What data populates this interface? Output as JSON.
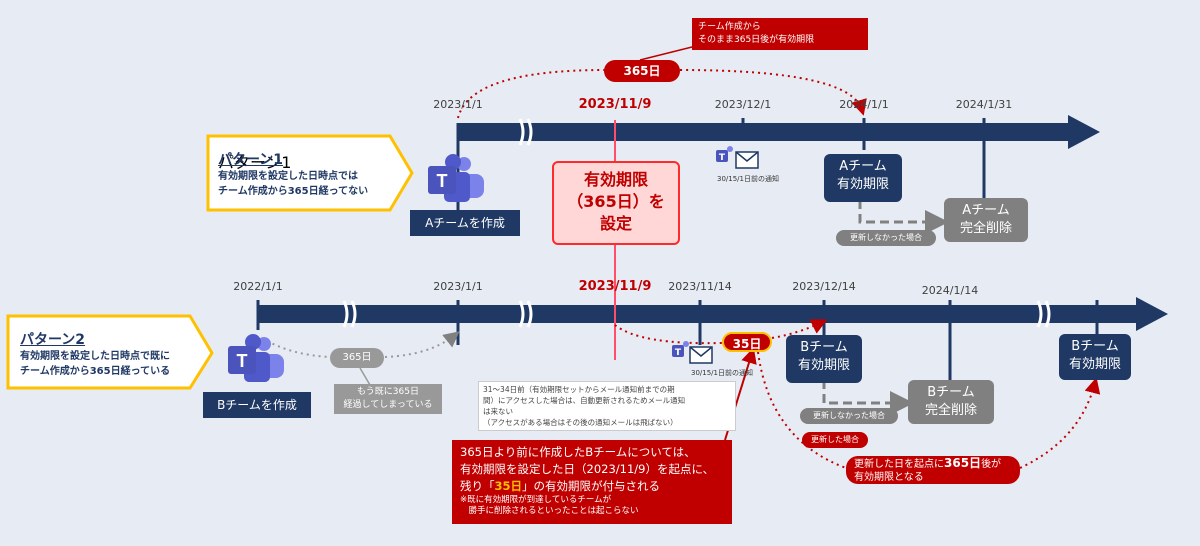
{
  "pattern1": {
    "title": "パターン1",
    "line1": "有効期限を設定した日時点では",
    "line2": "チーム作成から365日経ってない",
    "team_label": "Aチームを作成",
    "dates": [
      "2023/1/1",
      "2023/11/9",
      "2023/12/1",
      "2024/1/1",
      "2024/1/31"
    ],
    "notify_caption": "30/15/1日前の通知",
    "expiry_box": [
      "Aチーム",
      "有効期限"
    ],
    "delete_box": [
      "Aチーム",
      "完全削除"
    ],
    "not_renewed": "更新しなかった場合",
    "days_bubble": "365日",
    "top_note": [
      "チーム作成から",
      "そのまま365日後が有効期限"
    ]
  },
  "center": {
    "set_box": [
      "有効期限",
      "（365日）を",
      "設定"
    ]
  },
  "pattern2": {
    "title": "パターン2",
    "line1": "有効期限を設定した日時点で既に",
    "line2": "チーム作成から365日経っている",
    "team_label": "Bチームを作成",
    "dates": [
      "2022/1/1",
      "2023/1/1",
      "2023/11/9",
      "2023/11/14",
      "2023/12/14",
      "2024/1/14"
    ],
    "notify_caption": "30/15/1日前の通知",
    "grey_days": "365日",
    "already_note": [
      "もう既に365日",
      "経過してしまっている"
    ],
    "days_bubble": "35日",
    "expiry_box": [
      "Bチーム",
      "有効期限"
    ],
    "delete_box": [
      "Bチーム",
      "完全削除"
    ],
    "expiry_box2": [
      "Bチーム",
      "有効期限"
    ],
    "not_renewed": "更新しなかった場合",
    "renewed": "更新した場合",
    "renew_note_pre": "更新した日を起点に",
    "renew_note_bold": "365日",
    "renew_note_post": "後が",
    "renew_note_line2": "有効期限となる",
    "grey_note": [
      "31～34日前（有効期限セットからメール通知前までの期",
      "間）にアクセスした場合は、自動更新されるためメール通知",
      "は来ない",
      "（アクセスがある場合はその後の通知メールは飛ばない）"
    ],
    "main_note": {
      "line1": "365日より前に作成したBチームについては、",
      "line2": "有効期限を設定した日（2023/11/9）を起点に、",
      "line3_pre": "残り「",
      "line3_em": "35日",
      "line3_post": "」の有効期限が付与される",
      "sub1": "※既に有効期限が到達しているチームが",
      "sub2": "　勝手に削除されるといったことは起こらない"
    }
  },
  "colors": {
    "navy": "#1f3864",
    "red": "#c00000",
    "grey": "#808080",
    "yellow_border": "#ffc000",
    "background": "#e7ecf4",
    "pink_box": "#ffd7d7"
  },
  "icons": [
    "teams-icon",
    "mail-icon",
    "teams-mini-icon"
  ]
}
